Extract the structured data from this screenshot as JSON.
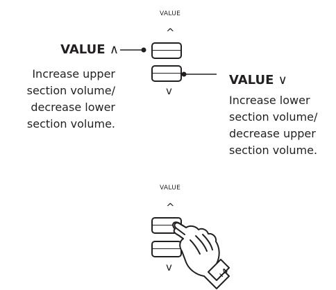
{
  "top_panel": {
    "value_label": "VALUE",
    "up_caret": "^",
    "down_caret": "v"
  },
  "callout_up": {
    "title": "VALUE",
    "symbol": "∧",
    "description_lines": [
      "Increase upper",
      "section volume/",
      "decrease lower",
      "section volume."
    ]
  },
  "callout_down": {
    "title": "VALUE",
    "symbol": "∨",
    "description_lines": [
      "Increase lower",
      "section volume/",
      "decrease upper",
      "section volume."
    ]
  },
  "bottom_panel": {
    "value_label": "VALUE",
    "up_caret": "^",
    "down_caret": "v",
    "finger_number": "4"
  },
  "colors": {
    "ink": "#231f20",
    "background": "#ffffff"
  }
}
